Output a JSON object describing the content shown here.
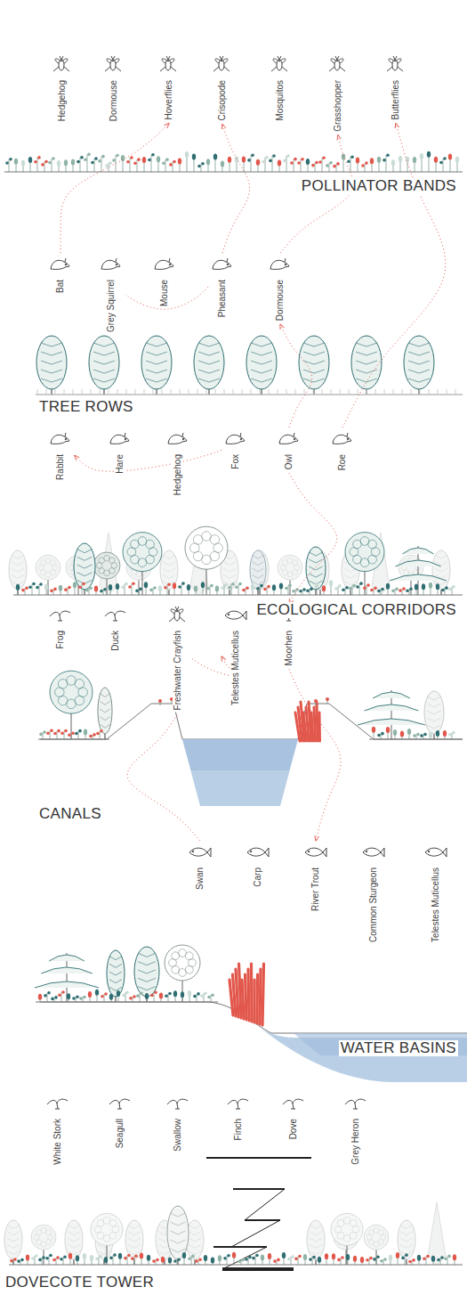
{
  "diagram": {
    "nodes": [
      {
        "text": [
          "Hedgehog"
        ]
      },
      {
        "text": [
          "Dormouse"
        ]
      },
      {
        "text": [
          "Hoverflies"
        ]
      },
      {
        "text": [
          "Crisopode"
        ]
      },
      {
        "text": [
          "Mosquitos"
        ]
      },
      {
        "text": [
          "Grasshopper"
        ]
      },
      {
        "text": [
          "Butterflies"
        ]
      },
      {
        "text": [
          "Bat"
        ]
      },
      {
        "text": [
          "Grey Squirrel"
        ]
      },
      {
        "text": [
          "Mouse"
        ]
      },
      {
        "text": [
          "Pheasant"
        ]
      },
      {
        "text": [
          "Dormouse"
        ]
      },
      {
        "text": [
          "Rabbit"
        ]
      },
      {
        "text": [
          "Hare"
        ]
      },
      {
        "text": [
          "Hedgehog"
        ]
      },
      {
        "text": [
          "Fox"
        ]
      },
      {
        "text": [
          "Owl"
        ]
      },
      {
        "text": [
          "Roe"
        ]
      },
      {
        "text": [
          "Frog"
        ]
      },
      {
        "text": [
          "Duck"
        ]
      },
      {
        "text": [
          "Freshwater Crayfish"
        ]
      },
      {
        "text": [
          "Telestes Muticellus"
        ]
      },
      {
        "text": [
          "Moorhen"
        ]
      },
      {
        "text": [
          "Swan"
        ]
      },
      {
        "text": [
          "Carp"
        ]
      },
      {
        "text": [
          "River Trout"
        ]
      },
      {
        "text": [
          "Common Sturgeon"
        ]
      },
      {
        "text": [
          "Telestes Muticellus"
        ]
      },
      {
        "text": [
          "White Stork"
        ]
      },
      {
        "text": [
          "Seagull"
        ]
      },
      {
        "text": [
          "Swallow"
        ]
      },
      {
        "text": [
          "Finch"
        ]
      },
      {
        "text": [
          "Dove"
        ]
      },
      {
        "text": [
          "Grey Heron"
        ]
      }
    ],
    "edges": [
      {
        "from": 7,
        "to": 2,
        "arrow": "to"
      },
      {
        "from": 10,
        "to": 3,
        "arrow": "to"
      },
      {
        "from": 11,
        "to": 5,
        "arrow": "to"
      },
      {
        "from": 17,
        "to": 6,
        "arrow": "to"
      },
      {
        "from": 10,
        "to": 8,
        "arrow": "none"
      },
      {
        "from": 16,
        "to": 11,
        "arrow": "to"
      },
      {
        "from": 15,
        "to": 12,
        "arrow": "to"
      },
      {
        "from": 20,
        "to": 21,
        "arrow": "to"
      },
      {
        "from": 22,
        "to": 25,
        "arrow": "to"
      },
      {
        "from": 23,
        "to": 20,
        "arrow": "none"
      },
      {
        "from": 16,
        "to": 22,
        "arrow": "to"
      }
    ],
    "labels": [
      "POLLINATOR BANDS",
      "TREE ROWS",
      "ECOLOGICAL CORRIDORS",
      "CANALS",
      "WATER BASINS",
      "DOVECOTE TOWER"
    ]
  }
}
